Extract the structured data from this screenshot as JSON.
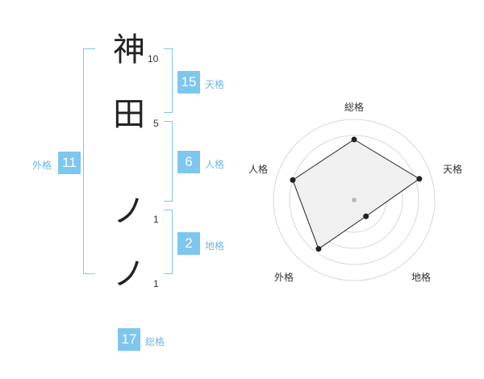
{
  "name": {
    "chars": [
      {
        "char": "神",
        "strokes": "10"
      },
      {
        "char": "田",
        "strokes": "5"
      },
      {
        "char": "ノ",
        "strokes": "1"
      },
      {
        "char": "ノ",
        "strokes": "1"
      }
    ]
  },
  "fortunes": {
    "tenkaku": {
      "value": "15",
      "label": "天格"
    },
    "jinkaku": {
      "value": "6",
      "label": "人格"
    },
    "chikaku": {
      "value": "2",
      "label": "地格"
    },
    "gaikaku": {
      "value": "11",
      "label": "外格"
    },
    "soukaku": {
      "value": "17",
      "label": "総格"
    }
  },
  "colors": {
    "accent": "#7dc6ef",
    "accent_text": "#6db7e6",
    "radar_fill": "#f0f0f0"
  },
  "chart_data": {
    "type": "radar",
    "axes": [
      "総格",
      "天格",
      "地格",
      "外格",
      "人格"
    ],
    "values": [
      0.75,
      0.85,
      0.25,
      0.75,
      0.8
    ],
    "range": [
      0,
      1
    ],
    "grid": true
  }
}
